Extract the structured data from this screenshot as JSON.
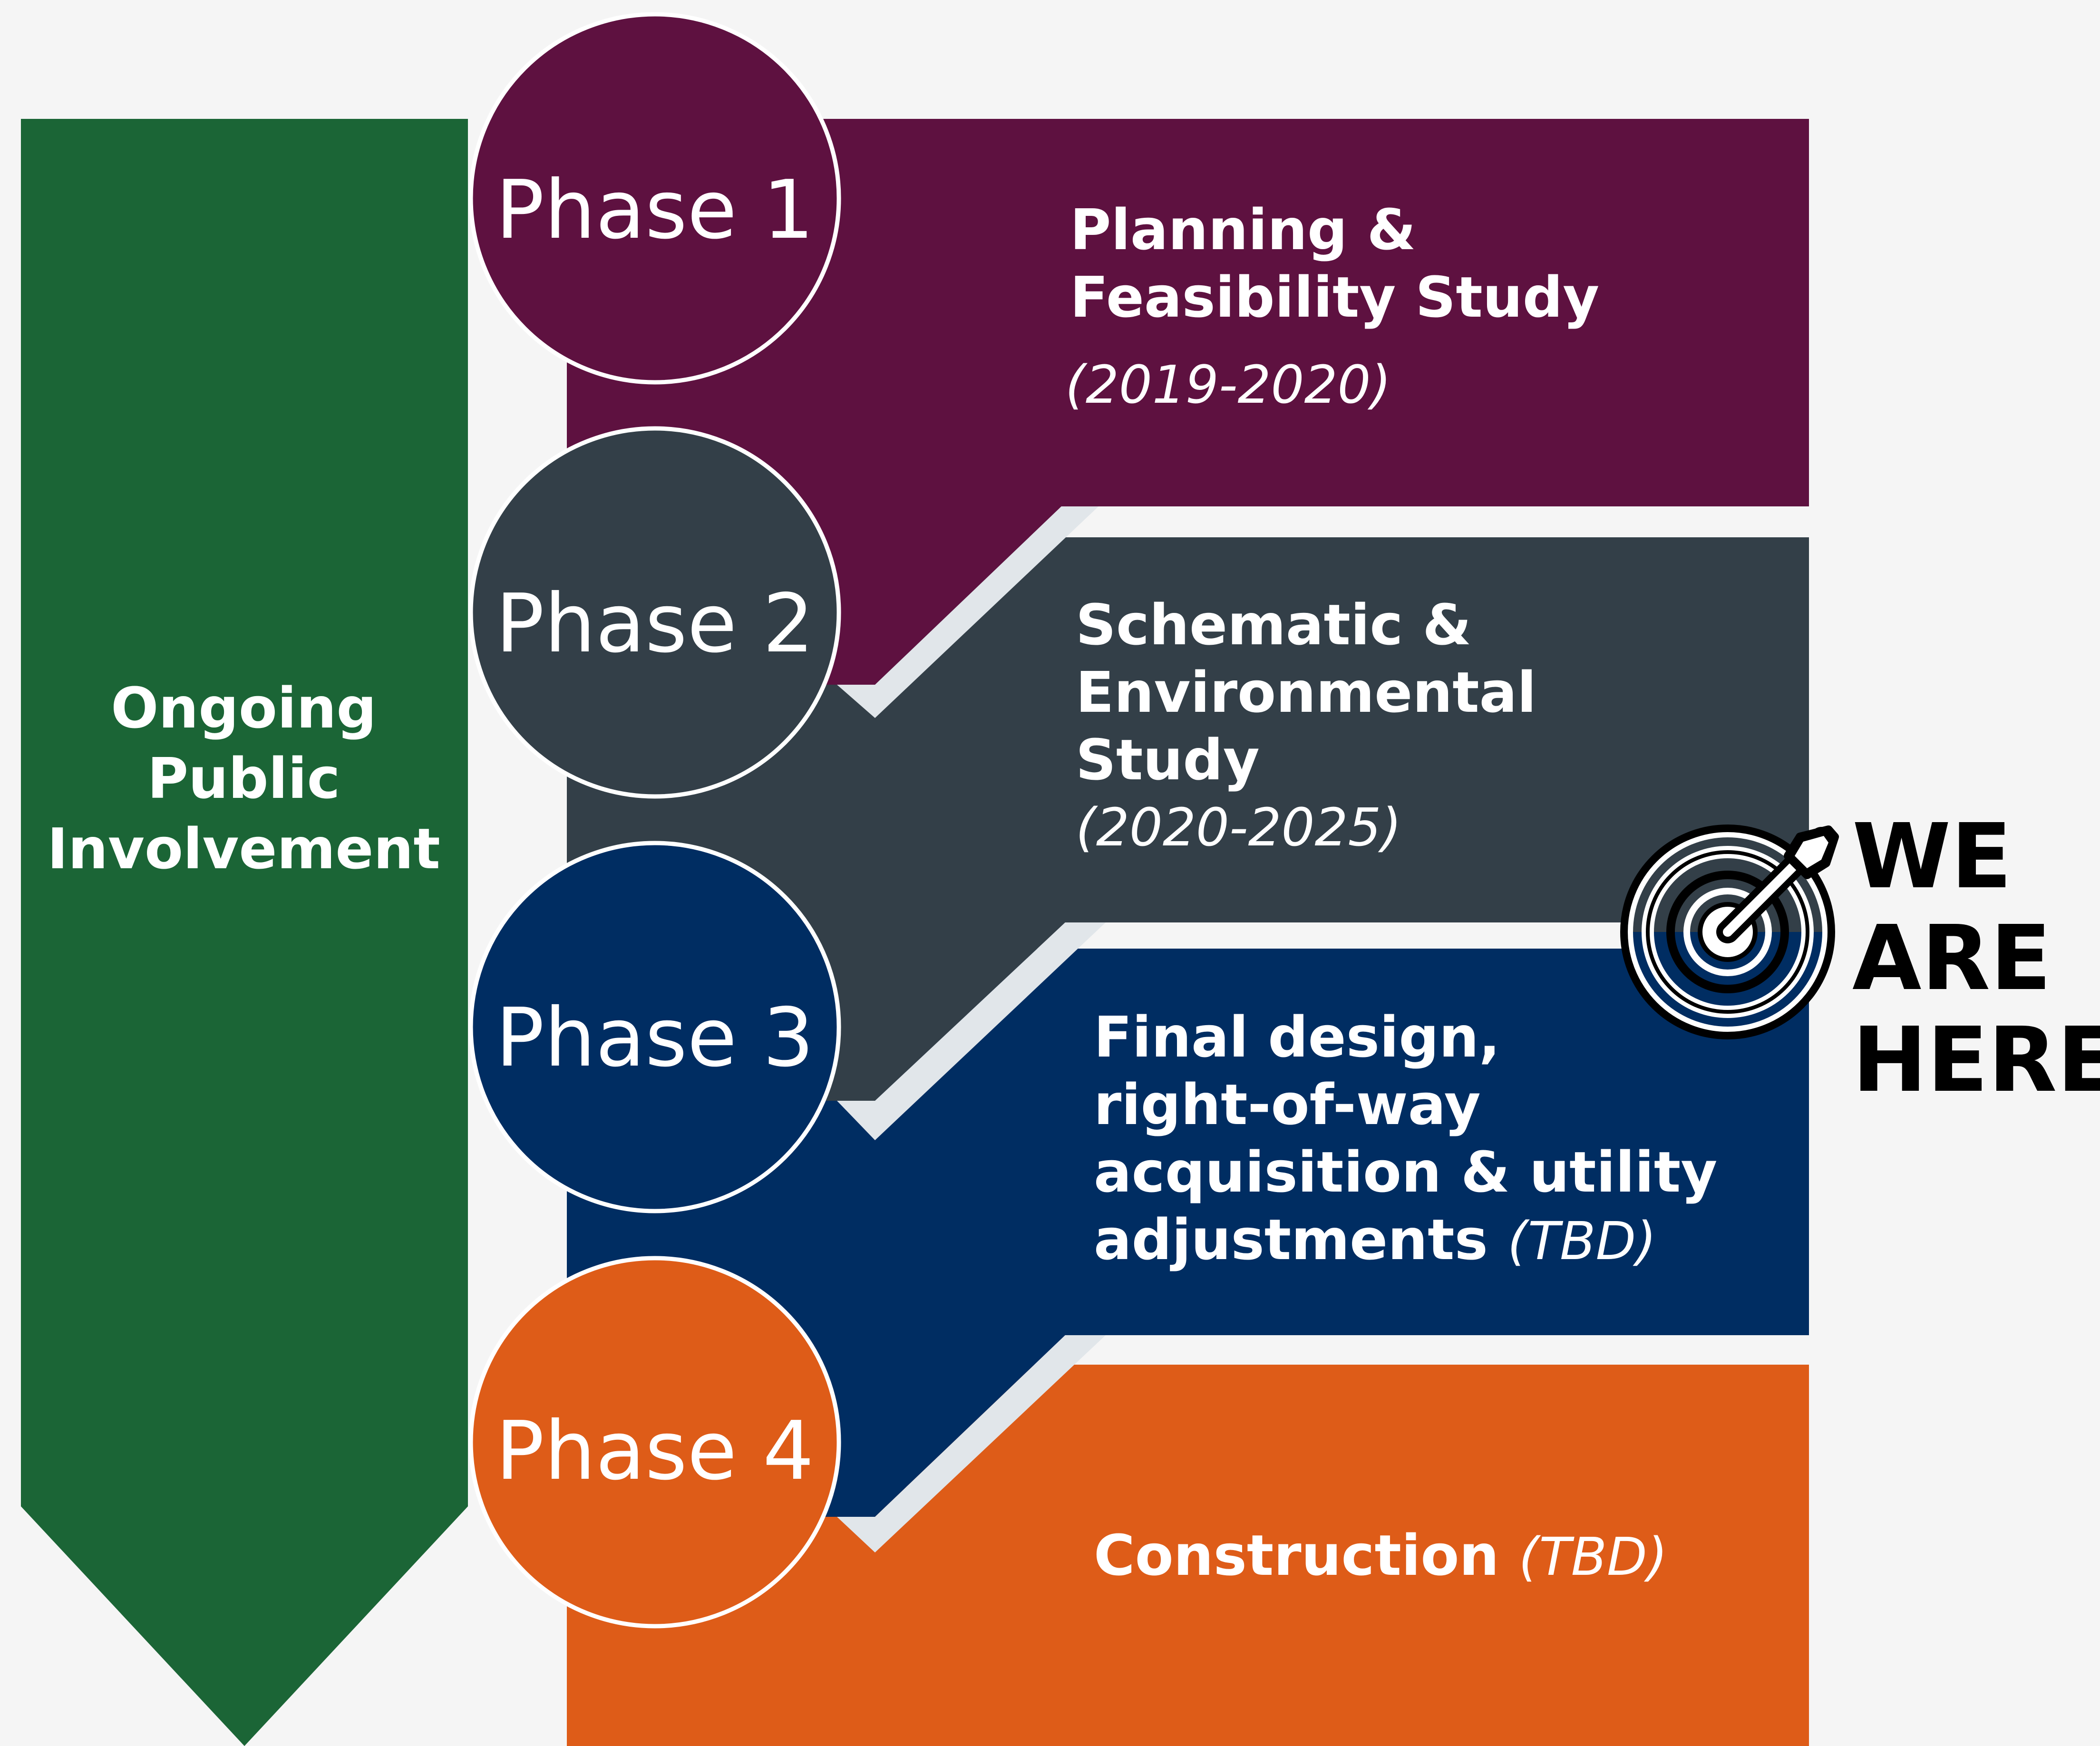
{
  "public_involvement": {
    "line1": "Ongoing",
    "line2": "Public",
    "line3": "Involvement",
    "color": "#1b6536"
  },
  "phases": [
    {
      "label": "Phase 1",
      "title_line1": "Planning &",
      "title_line2": "Feasibility Study",
      "years": "(2019-2020)",
      "color": "#5e1140"
    },
    {
      "label": "Phase 2",
      "title_line1": "Schematic &",
      "title_line2": "Environmental",
      "title_line3": "Study",
      "years": "(2020-2025)",
      "color": "#333f48"
    },
    {
      "label": "Phase 3",
      "title_line1": "Final design,",
      "title_line2": "right-of-way",
      "title_line3": "acquisition & utility",
      "title_line4": "adjustments",
      "years": "(TBD)",
      "color": "#002d62"
    },
    {
      "label": "Phase 4",
      "title_line1": "Construction",
      "years": "(TBD)",
      "color": "#de5c18"
    }
  ],
  "we_are_here": {
    "line1": "WE",
    "line2": "ARE",
    "line3": "HERE",
    "icon": "target-arrow-icon",
    "current_phase": "Phase 2"
  },
  "colors": {
    "background": "#f5f5f5",
    "notch_highlight": "#e1e6ea",
    "circle_border": "#ffffff"
  }
}
